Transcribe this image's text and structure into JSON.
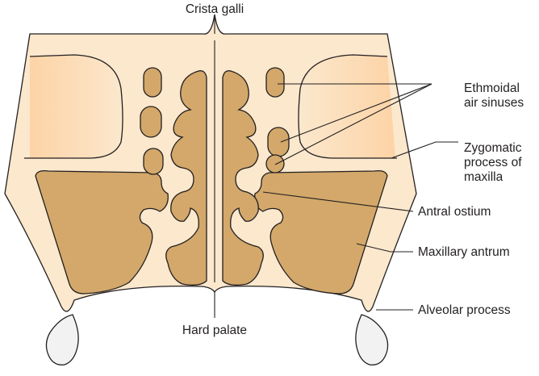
{
  "labels": {
    "crista_galli": "Crista galli",
    "ethmoidal_line1": "Ethmoidal",
    "ethmoidal_line2": "air sinuses",
    "zygomatic_line1": "Zygomatic",
    "zygomatic_line2": "process of",
    "zygomatic_line3": "maxilla",
    "antral_ostium": "Antral ostium",
    "maxillary_antrum": "Maxillary antrum",
    "alveolar_process": "Alveolar process",
    "hard_palate": "Hard palate"
  },
  "colors": {
    "bone": "#fbe8cd",
    "cavity": "#d3a86a",
    "orbit_inner": "#fdddb8",
    "outline": "#231f20",
    "tooth": "#f2f2f2"
  }
}
